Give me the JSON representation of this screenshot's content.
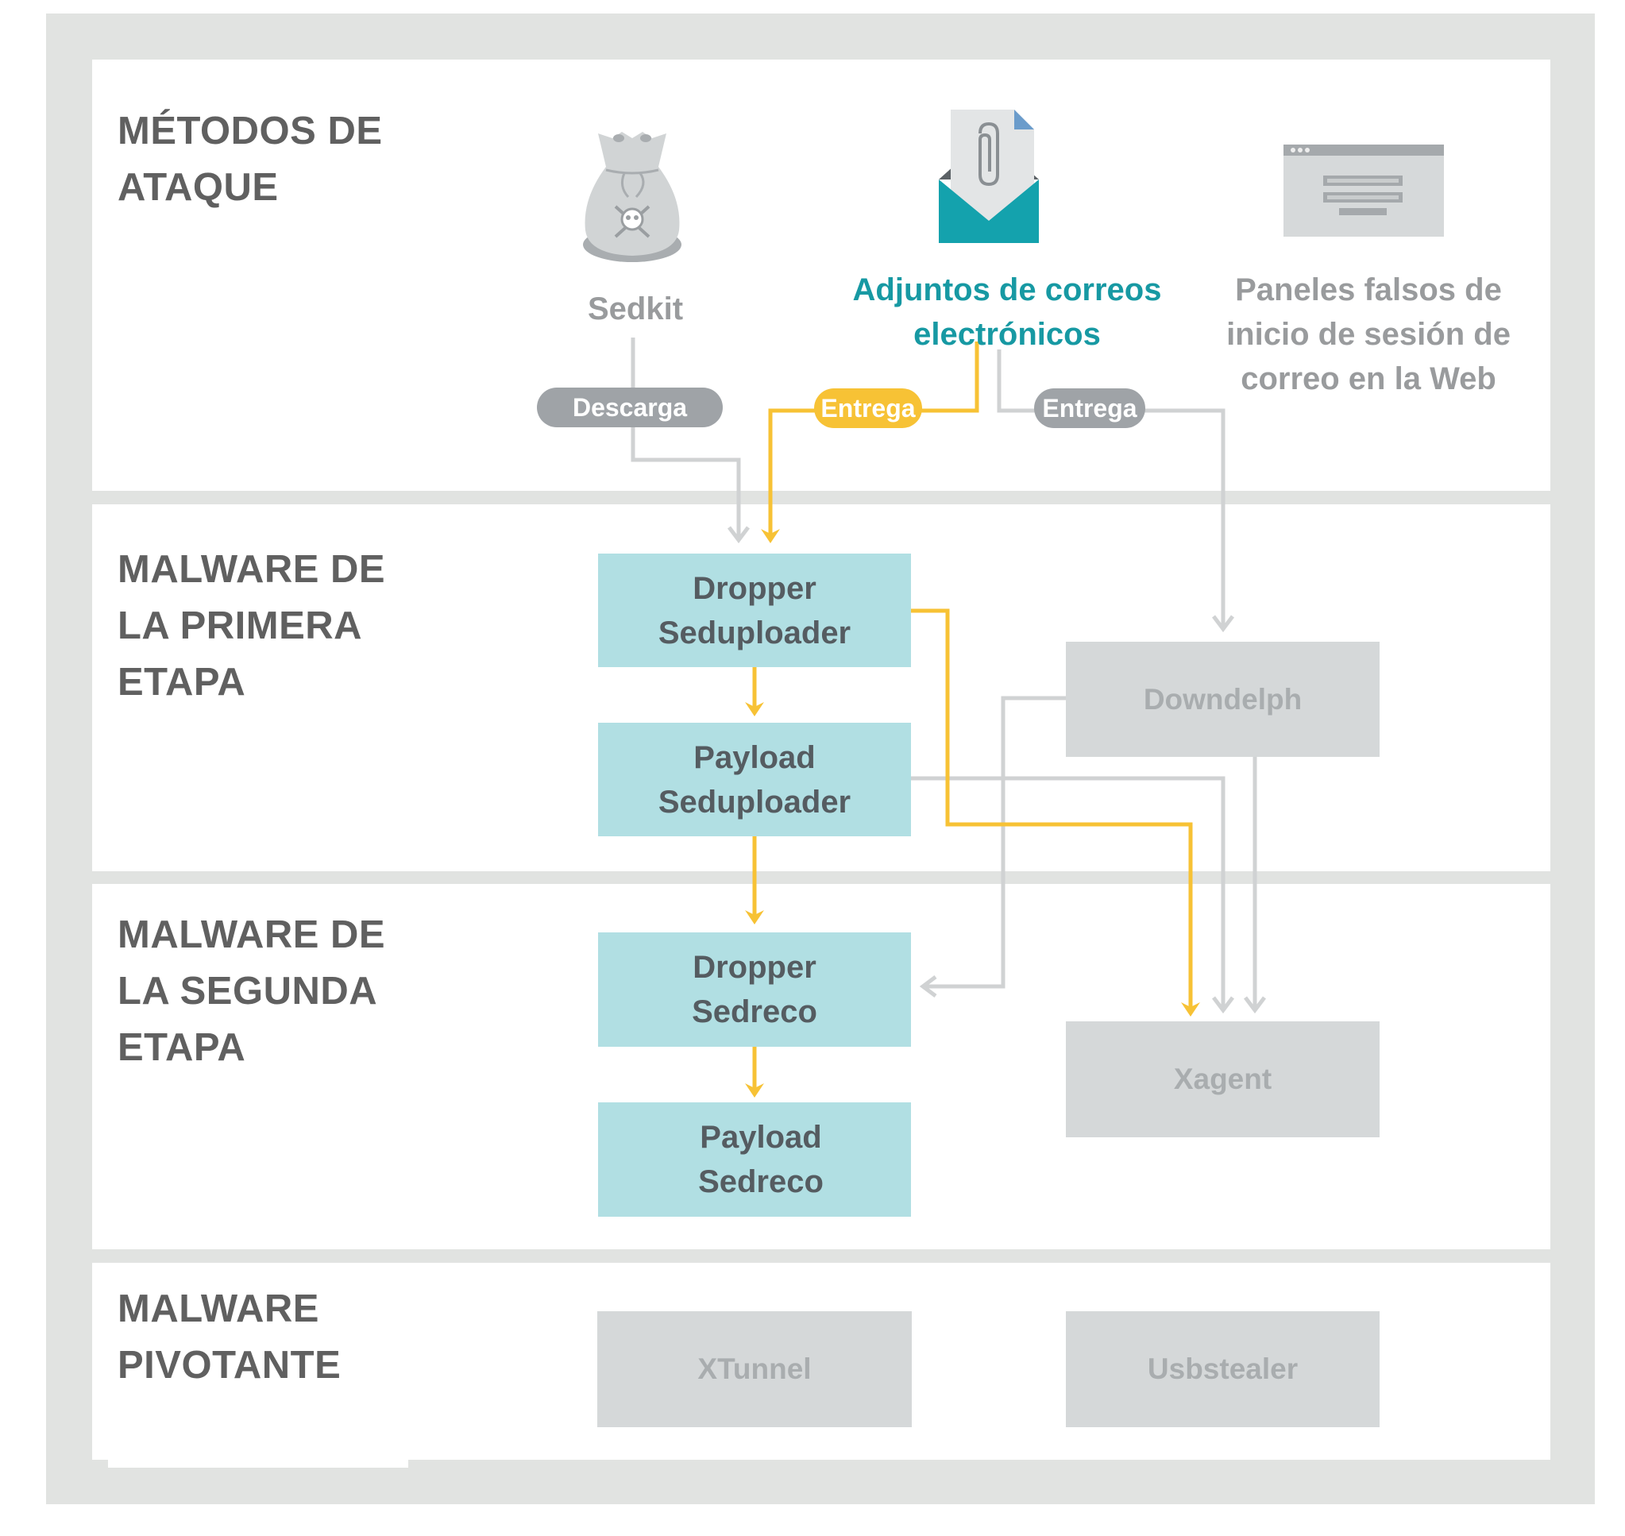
{
  "colors": {
    "frame": "#e1e3e1",
    "stage_label": "#606060",
    "teal_box": "#b1dfe3",
    "teal_box_text": "#555c61",
    "gray_box": "#d5d8d9",
    "gray_box_text": "#a9adaf",
    "accent_yellow": "#f7c235",
    "connector_gray": "#d0d2d3",
    "pill_gray": "#9fa3a7",
    "email_teal": "#14a2ad",
    "highlight_label": "#1799a3"
  },
  "stages": [
    {
      "id": "attack-methods",
      "label_lines": [
        "MÉTODOS DE",
        "ATAQUE"
      ]
    },
    {
      "id": "first-stage",
      "label_lines": [
        "MALWARE DE",
        "LA PRIMERA",
        "ETAPA"
      ]
    },
    {
      "id": "second-stage",
      "label_lines": [
        "MALWARE DE",
        "LA SEGUNDA",
        "ETAPA"
      ]
    },
    {
      "id": "pivot",
      "label_lines": [
        "MALWARE",
        "PIVOTANTE"
      ]
    }
  ],
  "attack_methods": [
    {
      "id": "sedkit",
      "icon": "skull-bag-icon",
      "label_lines": [
        "Sedkit"
      ],
      "highlighted": false
    },
    {
      "id": "email-attachments",
      "icon": "email-attachment-icon",
      "label_lines": [
        "Adjuntos de correos",
        "electrónicos"
      ],
      "highlighted": true
    },
    {
      "id": "fake-webmail",
      "icon": "login-window-icon",
      "label_lines": [
        "Paneles falsos de",
        "inicio de sesión de",
        "correo en la Web"
      ],
      "highlighted": false
    }
  ],
  "edge_labels": {
    "download": "Descarga",
    "delivery_email": "Entrega",
    "delivery_web": "Entrega"
  },
  "nodes": {
    "dropper_sedup": {
      "lines": [
        "Dropper",
        "Seduploader"
      ],
      "highlighted": true
    },
    "payload_sedup": {
      "lines": [
        "Payload",
        "Seduploader"
      ],
      "highlighted": true
    },
    "downdelph": {
      "lines": [
        "Downdelph"
      ],
      "highlighted": false
    },
    "dropper_sedreco": {
      "lines": [
        "Dropper",
        "Sedreco"
      ],
      "highlighted": true
    },
    "payload_sedreco": {
      "lines": [
        "Payload",
        "Sedreco"
      ],
      "highlighted": true
    },
    "xagent": {
      "lines": [
        "Xagent"
      ],
      "highlighted": false
    },
    "xtunnel": {
      "lines": [
        "XTunnel"
      ],
      "highlighted": false
    },
    "usbstealer": {
      "lines": [
        "Usbstealer"
      ],
      "highlighted": false
    }
  },
  "edges": [
    {
      "from": "sedkit",
      "to": "dropper_sedup",
      "label": "Descarga",
      "highlighted": false
    },
    {
      "from": "email-attachments",
      "to": "dropper_sedup",
      "label": "Entrega",
      "highlighted": true
    },
    {
      "from": "email-attachments",
      "to": "downdelph",
      "label": "Entrega",
      "highlighted": false
    },
    {
      "from": "dropper_sedup",
      "to": "payload_sedup",
      "highlighted": true
    },
    {
      "from": "dropper_sedup",
      "to": "xagent",
      "highlighted": true
    },
    {
      "from": "payload_sedup",
      "to": "dropper_sedreco",
      "highlighted": true
    },
    {
      "from": "payload_sedup",
      "to": "xagent",
      "highlighted": false
    },
    {
      "from": "downdelph",
      "to": "dropper_sedreco",
      "highlighted": false
    },
    {
      "from": "downdelph",
      "to": "xagent",
      "highlighted": false
    },
    {
      "from": "dropper_sedreco",
      "to": "payload_sedreco",
      "highlighted": true
    }
  ]
}
